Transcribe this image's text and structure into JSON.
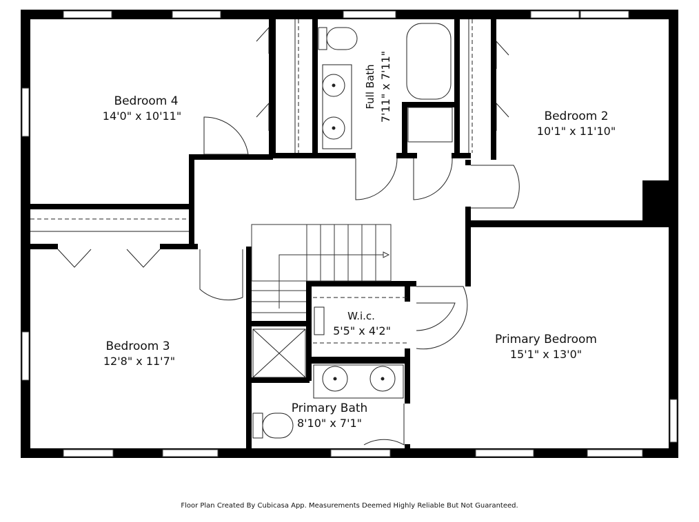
{
  "rooms": {
    "bedroom4": {
      "name": "Bedroom 4",
      "dims": "14'0\" x 10'11\""
    },
    "bedroom2": {
      "name": "Bedroom 2",
      "dims": "10'1\" x 11'10\""
    },
    "bedroom3": {
      "name": "Bedroom 3",
      "dims": "12'8\" x 11'7\""
    },
    "primary_bedroom": {
      "name": "Primary Bedroom",
      "dims": "15'1\" x 13'0\""
    },
    "full_bath": {
      "name": "Full Bath",
      "dims": "7'11\" x 7'11\""
    },
    "wic": {
      "name": "W.i.c.",
      "dims": "5'5\" x 4'2\""
    },
    "primary_bath": {
      "name": "Primary Bath",
      "dims": "8'10\" x 7'1\""
    }
  },
  "footer": {
    "text": "Floor Plan Created By Cubicasa App. Measurements Deemed Highly Reliable But Not Guaranteed."
  },
  "colors": {
    "wall": "#000000",
    "background": "#ffffff",
    "line": "#333333"
  }
}
